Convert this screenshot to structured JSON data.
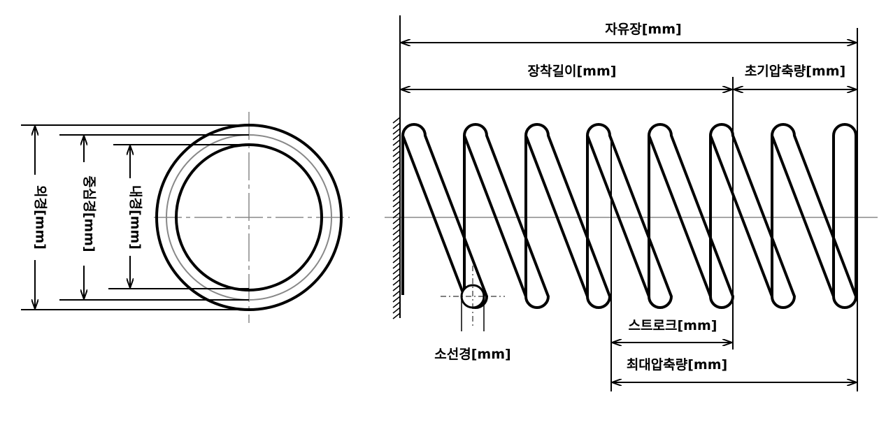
{
  "labels": {
    "free_length": "자유장[mm]",
    "installed_length": "장착길이[mm]",
    "initial_compression": "초기압축량[mm]",
    "outer_diameter": "외경[mm]",
    "mean_diameter": "중심경[mm]",
    "inner_diameter": "내경[mm]",
    "wire_diameter": "소선경[mm]",
    "stroke": "스트로크[mm]",
    "max_compression": "최대압축량[mm]"
  },
  "spring": {
    "turns": 7,
    "colors": {
      "line": "#000000",
      "center_line": "#888888",
      "hatch": "#000000"
    }
  }
}
